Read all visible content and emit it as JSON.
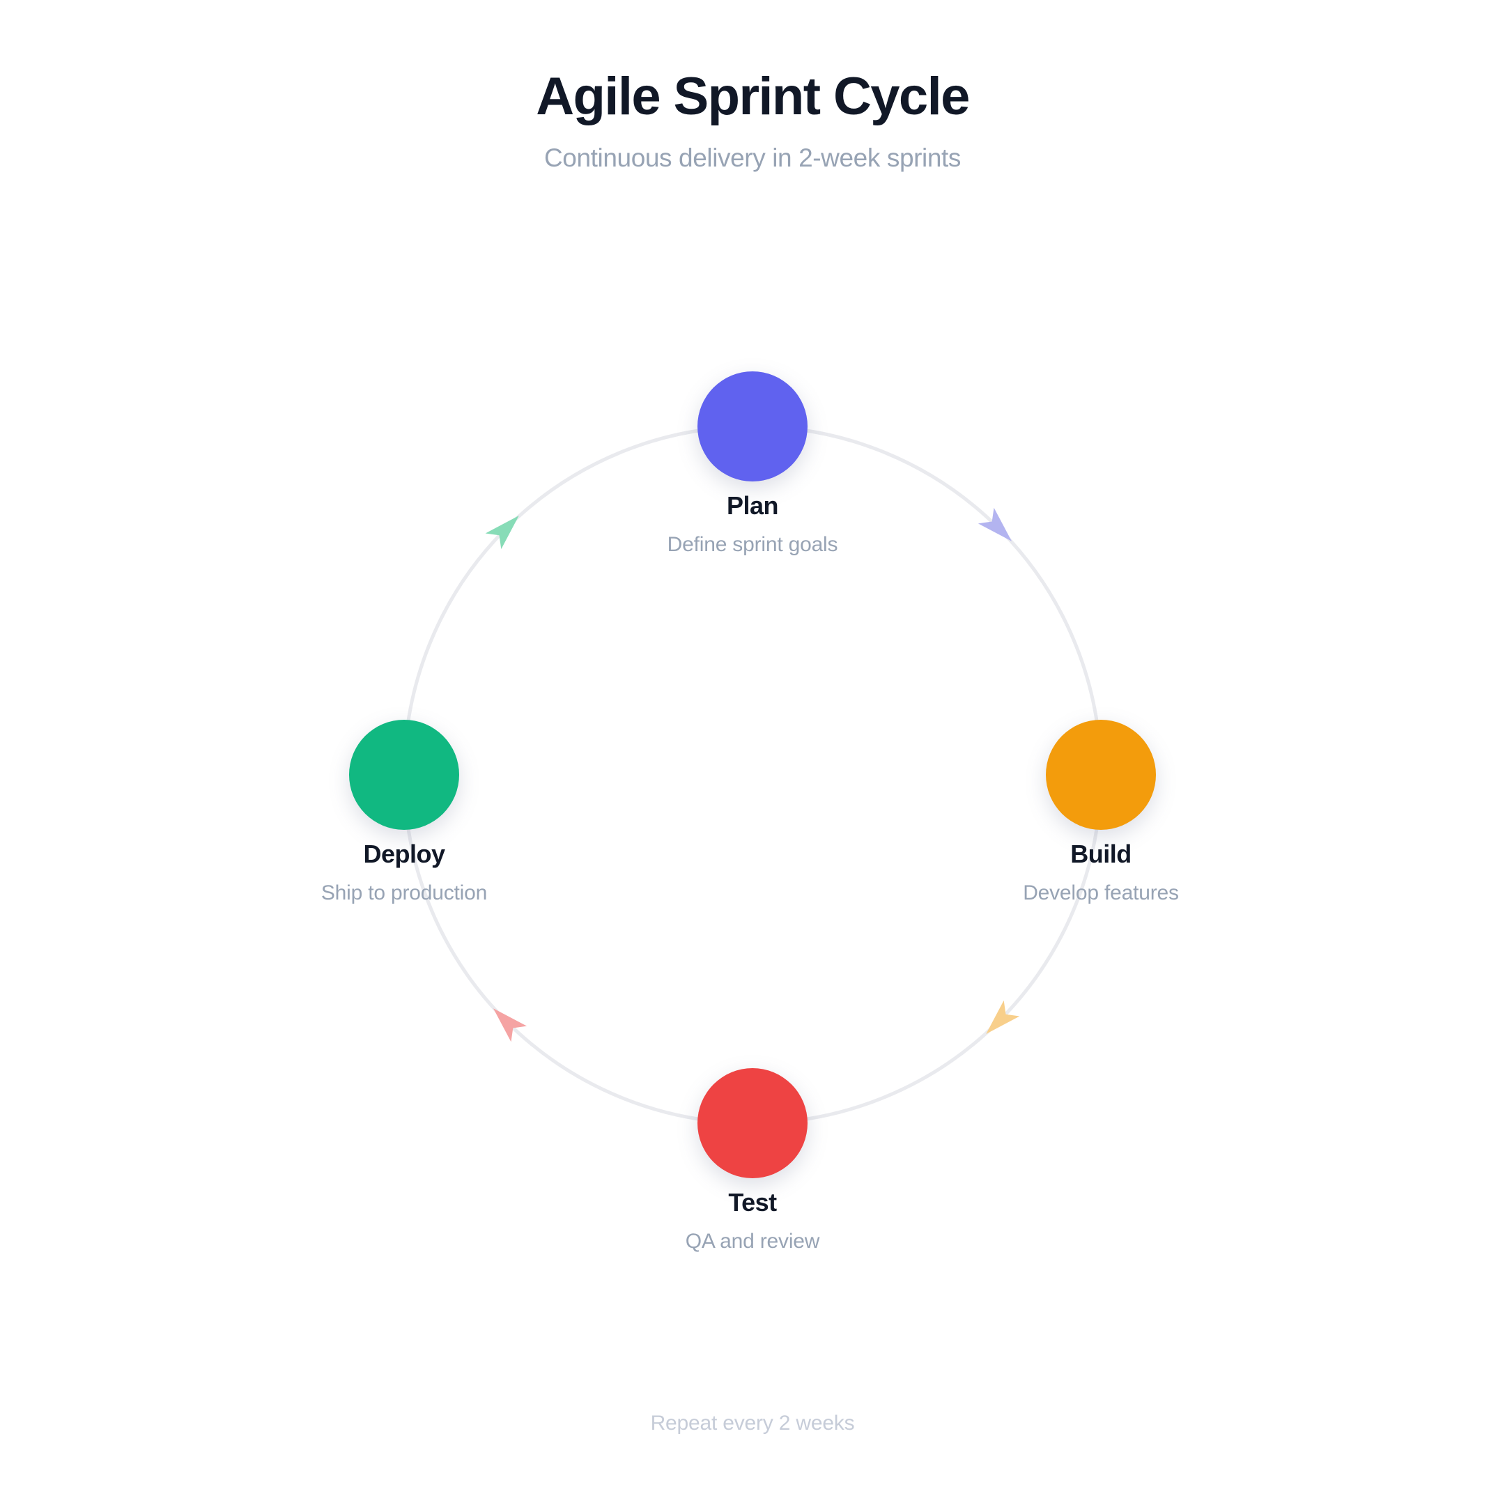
{
  "header": {
    "title": "Agile Sprint Cycle",
    "subtitle": "Continuous delivery in 2-week sprints"
  },
  "footer": {
    "note": "Repeat every 2 weeks"
  },
  "colors": {
    "background": "#ffffff",
    "title": "#111827",
    "muted": "#97a3b4",
    "footer": "#c6ccd8",
    "ring": "#e9eaee"
  },
  "chart_data": {
    "type": "diagram",
    "subtype": "cycle",
    "title": "Agile Sprint Cycle",
    "subtitle": "Continuous delivery in 2-week sprints",
    "direction": "clockwise",
    "ring_color": "#e9eaee",
    "footer": "Repeat every 2 weeks",
    "nodes": [
      {
        "id": "plan",
        "label": "Plan",
        "desc": "Define sprint goals",
        "color": "#6062ef",
        "angle_deg": 270,
        "position": "top"
      },
      {
        "id": "build",
        "label": "Build",
        "desc": "Develop features",
        "color": "#f39c0c",
        "angle_deg": 0,
        "position": "right"
      },
      {
        "id": "test",
        "label": "Test",
        "desc": "QA and review",
        "color": "#ee4343",
        "angle_deg": 90,
        "position": "bottom"
      },
      {
        "id": "deploy",
        "label": "Deploy",
        "desc": "Ship to production",
        "color": "#11b881",
        "angle_deg": 180,
        "position": "left"
      }
    ],
    "arrows": [
      {
        "id": "plan-to-build",
        "from": "plan",
        "to": "build",
        "color": "#b3b4f0",
        "angle_deg": 315
      },
      {
        "id": "build-to-test",
        "from": "build",
        "to": "test",
        "color": "#f8cf8b",
        "angle_deg": 45
      },
      {
        "id": "test-to-deploy",
        "from": "test",
        "to": "deploy",
        "color": "#f5a3a3",
        "angle_deg": 135
      },
      {
        "id": "deploy-to-plan",
        "from": "deploy",
        "to": "plan",
        "color": "#87dcb7",
        "angle_deg": 225
      }
    ]
  }
}
